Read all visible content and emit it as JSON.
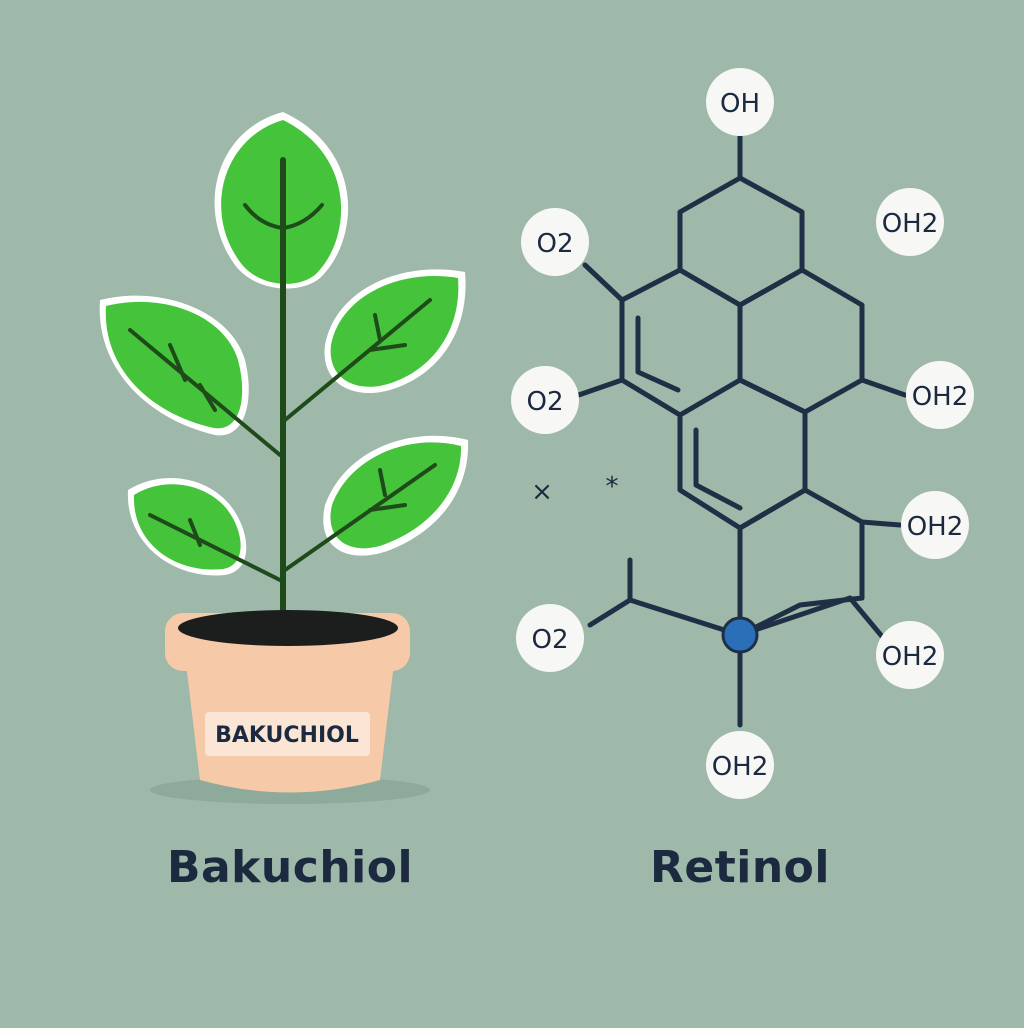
{
  "plant": {
    "pot_label": "BAKUCHIOL",
    "caption": "Bakuchiol",
    "leaf_color": "#45c33a",
    "pot_color": "#f6c9a8"
  },
  "molecule": {
    "caption": "Retinol",
    "bond_color": "#1f2f45",
    "center_atom_color": "#2a6fb8",
    "atom_labels": [
      "OH",
      "OH2",
      "O2",
      "O2",
      "OH2",
      "OH2",
      "O2",
      "OH2",
      "OH2"
    ],
    "marks": [
      "×",
      "*"
    ]
  }
}
